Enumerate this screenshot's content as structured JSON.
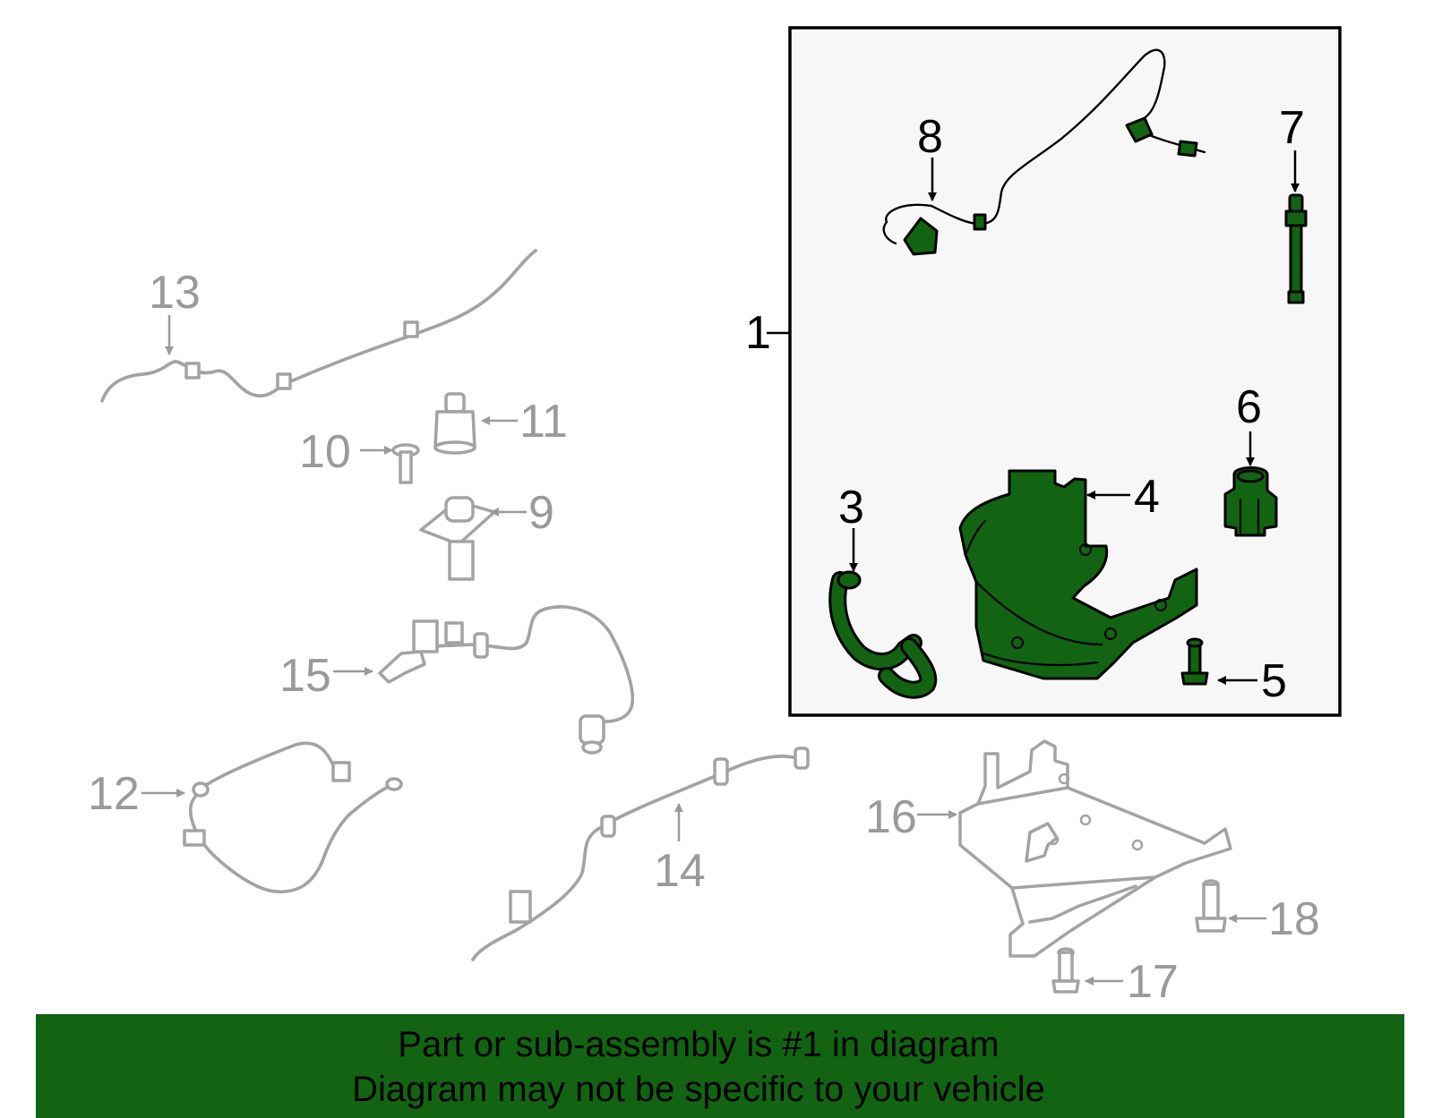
{
  "colors": {
    "highlight_part": "#126412",
    "grey_part": "#a3a3a3",
    "box_background": "#f7f7f7",
    "banner_background": "#126412"
  },
  "labels": {
    "p1": "1",
    "p3": "3",
    "p4": "4",
    "p5": "5",
    "p6": "6",
    "p7": "7",
    "p8": "8",
    "p9": "9",
    "p10": "10",
    "p11": "11",
    "p12": "12",
    "p13": "13",
    "p14": "14",
    "p15": "15",
    "p16": "16",
    "p17": "17",
    "p18": "18"
  },
  "banner": {
    "line1": "Part or sub-assembly is #1 in diagram",
    "line2": "Diagram may not be specific to your vehicle"
  }
}
